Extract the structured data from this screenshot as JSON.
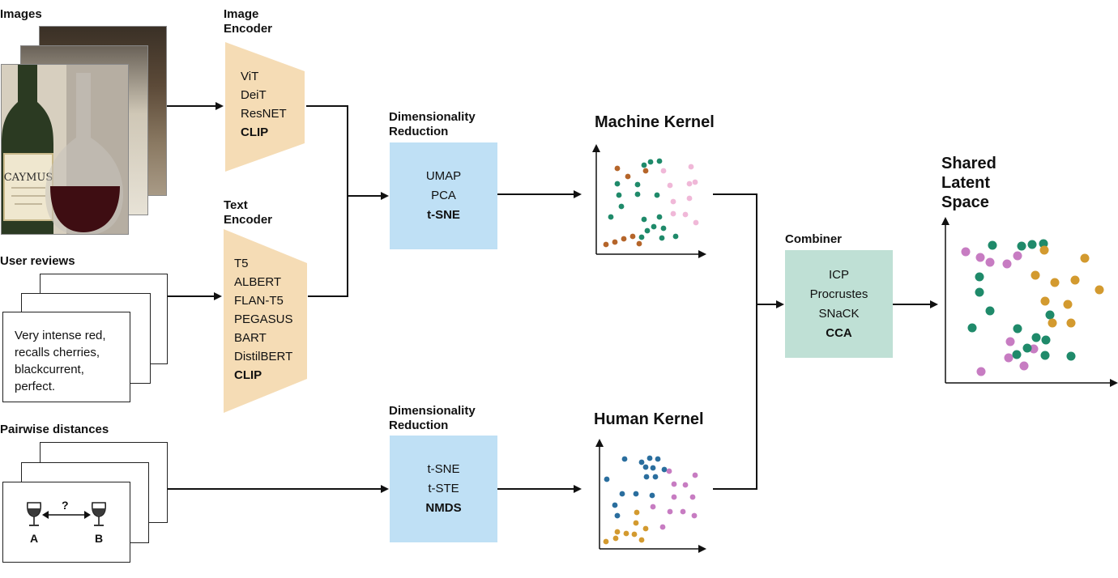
{
  "images": {
    "title": "Images"
  },
  "image_encoder": {
    "title": "Image Encoder",
    "items": [
      "ViT",
      "DeiT",
      "ResNET"
    ],
    "bold_item": "CLIP"
  },
  "text_encoder": {
    "title": "Text Encoder",
    "items": [
      "T5",
      "ALBERT",
      "FLAN-T5",
      "PEGASUS",
      "BART",
      "DistilBERT"
    ],
    "bold_item": "CLIP"
  },
  "user_reviews": {
    "title": "User reviews",
    "text": "Very intense red, recalls cherries, blackcurrent, perfect."
  },
  "pairwise": {
    "title": "Pairwise distances",
    "label_a": "A",
    "label_b": "B",
    "question": "?"
  },
  "dimred_machine": {
    "title": "Dimensionality Reduction",
    "items": [
      "UMAP",
      "PCA"
    ],
    "bold_item": "t-SNE"
  },
  "dimred_human": {
    "title": "Dimensionality Reduction",
    "items": [
      "t-SNE",
      "t-STE"
    ],
    "bold_item": "NMDS"
  },
  "machine_kernel": {
    "title": "Machine Kernel"
  },
  "human_kernel": {
    "title": "Human Kernel"
  },
  "combiner": {
    "title": "Combiner",
    "items": [
      "ICP",
      "Procrustes",
      "SNaCK"
    ],
    "bold_item": "CCA"
  },
  "shared": {
    "title_lines": [
      "Shared",
      "Latent",
      "Space"
    ]
  },
  "colors": {
    "encoder_fill": "#f5dcb5",
    "dimred_fill": "#bfe0f5",
    "combiner_fill": "#bfe0d5",
    "teal": "#1f8a6a",
    "brown": "#b5652a",
    "pink": "#f0b8d8",
    "blue": "#2a6e9e",
    "purple": "#c77cc2",
    "gold": "#d39a2f"
  }
}
